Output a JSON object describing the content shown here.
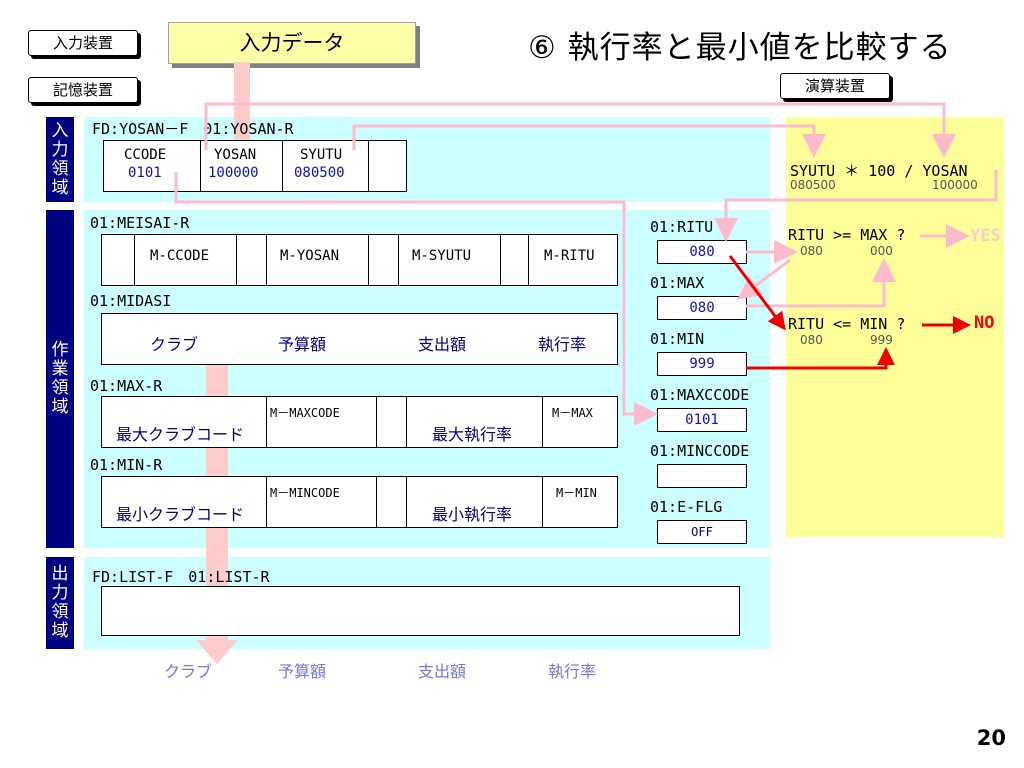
{
  "header": {
    "input_device": "入力装置",
    "input_data": "入力データ",
    "title": "⑥ 執行率と最小値を比較する",
    "storage_device": "記憶装置",
    "arithmetic_device": "演算装置"
  },
  "side_labels": {
    "input_area": [
      "入",
      "力",
      "領",
      "域"
    ],
    "work_area": [
      "作",
      "業",
      "領",
      "域"
    ],
    "output_area": [
      "出",
      "力",
      "領",
      "域"
    ]
  },
  "input_area": {
    "record_label": "FD:YOSAN－F　01:YOSAN-R",
    "fields": [
      {
        "name": "CCODE",
        "value": "0101"
      },
      {
        "name": "YOSAN",
        "value": "100000"
      },
      {
        "name": "SYUTU",
        "value": "080500"
      }
    ]
  },
  "work_area": {
    "meisai_label": "01:MEISAI-R",
    "meisai_fields": [
      "M-CCODE",
      "M-YOSAN",
      "M-SYUTU",
      "M-RITU"
    ],
    "midasi_label": "01:MIDASI",
    "midasi_fields": [
      "クラブ",
      "予算額",
      "支出額",
      "執行率"
    ],
    "maxr_label": "01:MAX-R",
    "maxr_text1": "最大クラブコード",
    "maxr_code": "M－MAXCODE",
    "maxr_text2": "最大執行率",
    "maxr_max": "M－MAX",
    "minr_label": "01:MIN-R",
    "minr_text1": "最小クラブコード",
    "minr_code": "M－MINCODE",
    "minr_text2": "最小執行率",
    "minr_min": "M－MIN"
  },
  "variables": [
    {
      "label": "01:RITU",
      "value": "080"
    },
    {
      "label": "01:MAX",
      "value": "080"
    },
    {
      "label": "01:MIN",
      "value": "999"
    },
    {
      "label": "01:MAXCCODE",
      "value": "0101"
    },
    {
      "label": "01:MINCCODE",
      "value": ""
    },
    {
      "label": "01:E-FLG",
      "value": "OFF"
    }
  ],
  "arithmetic": {
    "formula": "SYUTU ＊ 100 / YOSAN",
    "formula_val1": "080500",
    "formula_val2": "100000",
    "cmp1": "RITU >= MAX ?",
    "cmp1_val1": "080",
    "cmp1_val2": "000",
    "cmp1_result": "YES",
    "cmp2": "RITU <= MIN ?",
    "cmp2_val1": "080",
    "cmp2_val2": "999",
    "cmp2_result": "NO"
  },
  "output_area": {
    "record_label": "FD:LIST-F　01:LIST-R",
    "footer_fields": [
      "クラブ",
      "予算額",
      "支出額",
      "執行率"
    ]
  },
  "page_number": "20"
}
